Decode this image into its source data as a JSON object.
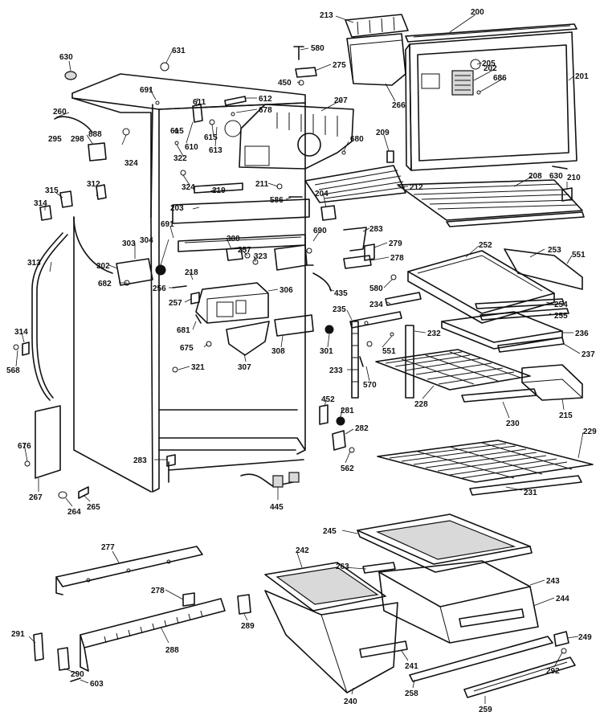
{
  "labels": [
    "213",
    "200",
    "580",
    "275",
    "631",
    "630",
    "691",
    "611",
    "612",
    "678",
    "207",
    "205",
    "202",
    "686",
    "201",
    "450",
    "266",
    "260",
    "888",
    "298",
    "295",
    "324",
    "615",
    "610",
    "613",
    "322",
    "615",
    "324",
    "680",
    "209",
    "211",
    "212",
    "208",
    "630",
    "210",
    "312",
    "315",
    "314",
    "219",
    "586",
    "204",
    "203",
    "283",
    "691",
    "690",
    "279",
    "278",
    "252",
    "253",
    "551",
    "303",
    "304",
    "300",
    "257",
    "323",
    "302",
    "218",
    "682",
    "256",
    "306",
    "435",
    "580",
    "234",
    "254",
    "255",
    "313",
    "257",
    "681",
    "308",
    "235",
    "301",
    "232",
    "236",
    "551",
    "675",
    "307",
    "237",
    "314",
    "568",
    "321",
    "233",
    "570",
    "228",
    "215",
    "230",
    "452",
    "281",
    "282",
    "676",
    "283",
    "562",
    "229",
    "267",
    "264",
    "265",
    "445",
    "231",
    "245",
    "277",
    "242",
    "263",
    "243",
    "278",
    "244",
    "289",
    "291",
    "288",
    "241",
    "249",
    "292",
    "290",
    "603",
    "258",
    "240",
    "259"
  ]
}
